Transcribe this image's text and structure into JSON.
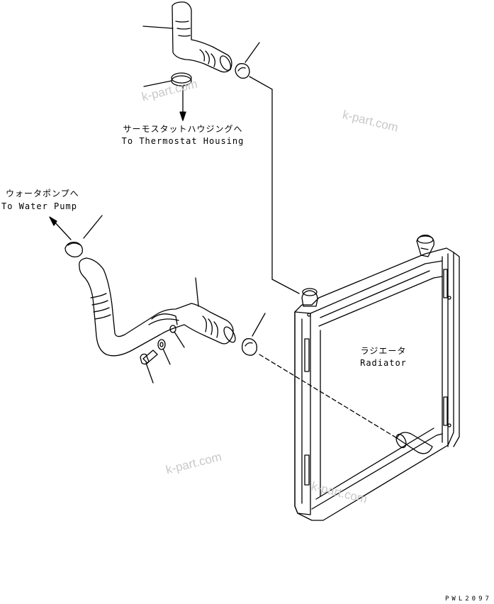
{
  "labels": {
    "thermostat_jp": "サーモスタットハウジングへ",
    "thermostat_en": "To Thermostat Housing",
    "water_pump_jp": "ウォータポンプへ",
    "water_pump_en": "To Water Pump",
    "radiator_jp": "ラジエータ",
    "radiator_en": "Radiator"
  },
  "watermarks": [
    "k-part.com",
    "k-part.com",
    "k-part.com",
    "k-part.com"
  ],
  "drawing_code": "PWL2097",
  "colors": {
    "line": "#000000",
    "watermark": "#c8c8c8",
    "background": "#ffffff"
  }
}
